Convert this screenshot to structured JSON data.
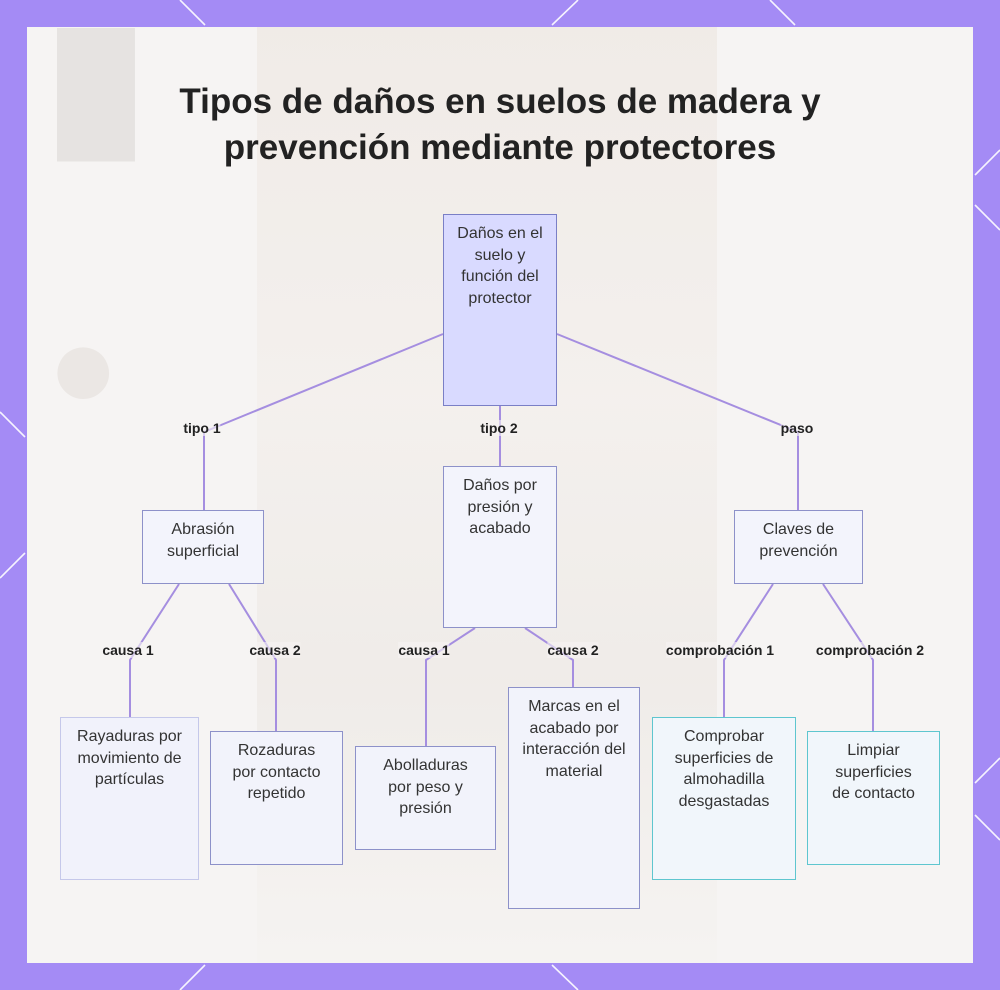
{
  "title": {
    "line1": "Tipos de daños en suelos de madera y",
    "line2": "prevención mediante protectores"
  },
  "colors": {
    "frame": "#a48bf5",
    "edge": "#a58ee0",
    "root_fill": "#d9daff",
    "node_border": "#8d91c9",
    "cyan_border": "#5ec6cf"
  },
  "nodes": {
    "root": "Daños en el suelo y función del protector",
    "abrasion": "Abrasión superficial",
    "presion": "Daños por presión y acabado",
    "claves": "Claves de prevención",
    "rayaduras": "Rayaduras por movimiento de partículas",
    "rozaduras": "Rozaduras por contacto repetido",
    "abolladuras": "Abolladuras por peso y presión",
    "marcas": "Marcas en el acabado por interacción del material",
    "comprobar": "Comprobar superficies de almohadilla desgastadas",
    "limpiar": "Limpiar superficies de contacto"
  },
  "edge_labels": {
    "tipo1": "tipo 1",
    "tipo2": "tipo 2",
    "paso": "paso",
    "causa1_a": "causa 1",
    "causa2_a": "causa 2",
    "causa1_b": "causa 1",
    "causa2_b": "causa 2",
    "comprobacion1": "comprobación 1",
    "comprobacion2": "comprobación 2"
  }
}
